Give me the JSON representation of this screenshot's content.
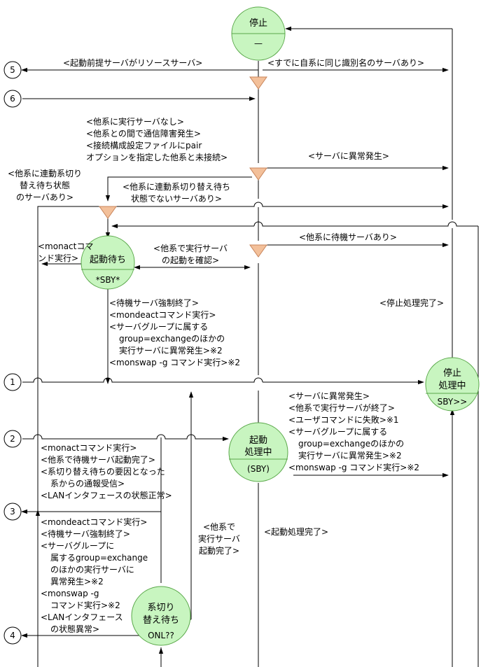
{
  "colors": {
    "state_fill": "#c8f5c0",
    "state_stroke": "#5aa84a",
    "decision_fill": "#f3c09a",
    "line": "#000000"
  },
  "states": {
    "stopped": {
      "name": "停止",
      "sub": "—"
    },
    "waiting": {
      "name": "起動待ち",
      "sub": "*SBY*"
    },
    "stopping": {
      "name1": "停止",
      "name2": "処理中",
      "sub": "SBY>>"
    },
    "starting": {
      "name1": "起動",
      "name2": "処理中",
      "sub": "(SBY)"
    },
    "switch_wait": {
      "name1": "系切り",
      "name2": "替え待ち",
      "sub": "ONL??"
    }
  },
  "connectors": {
    "c1": "1",
    "c2": "2",
    "c3": "3",
    "c4": "4",
    "c5": "5",
    "c6": "6"
  },
  "labels": {
    "prereq_resource": "<起動前提サーバがリソースサーバ>",
    "same_id_exists": "<すでに自系に同じ識別名のサーバあり>",
    "cond_a": [
      "<他系に実行サーバなし>",
      "<他系との間で通信障害発生>",
      "<接続構成設定ファイルにpair",
      "オプションを指定した他系と未接続>"
    ],
    "server_error": "<サーバに異常発生>",
    "left_link": [
      "<他系に連動系切り",
      "替え待ち状態",
      "のサーバあり>"
    ],
    "not_link": [
      "<他系に連動系切り替え待ち",
      "状態でないサーバあり>"
    ],
    "standby_exists": "<他系に待機サーバあり>",
    "monact_left": [
      "<monactコマ",
      "ンド実行>"
    ],
    "other_running": [
      "<他系で実行サーバ",
      "の起動を確認>"
    ],
    "stop_done": "<停止処理完了>",
    "cond_b": [
      "<待機サーバ強制終了>",
      "<mondeactコマンド実行>",
      "<サーバグループに属する",
      "group=exchangeのほかの",
      "実行サーバに異常発生>※2",
      "<monswap -g コマンド実行>※2"
    ],
    "cond_c": [
      "<サーバに異常発生>",
      "<他系で実行サーバが終了>",
      "<ユーザコマンドに失敗>※1",
      "<サーバグループに属する",
      "group=exchangeのほかの",
      "実行サーバに異常発生>※2",
      "<monswap -g コマンド実行>※2"
    ],
    "cond_d": [
      "<monactコマンド実行>",
      "<他系で待機サーバ起動完了>",
      "<系切り替え待ちの要因となった",
      "系からの通報受信>",
      "<LANインタフェースの状態正常>"
    ],
    "cond_e": [
      "<mondeactコマンド実行>",
      "<待機サーバ強制終了>",
      "<サーバグループに",
      "属するgroup=exchange",
      "のほかの実行サーバに",
      "異常発生>※2",
      "<monswap -g",
      "コマンド実行>※2",
      "<LANインタフェース",
      "の状態異常>"
    ],
    "other_started": [
      "<他系で",
      "実行サーバ",
      "起動完了>"
    ],
    "start_done": "<起動処理完了>"
  }
}
